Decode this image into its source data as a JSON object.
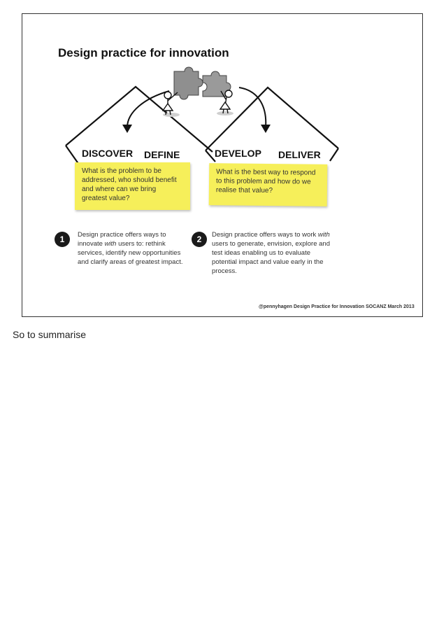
{
  "slide": {
    "title": "Design practice for innovation",
    "stages": [
      "DISCOVER",
      "DEFINE",
      "DEVELOP",
      "DELIVER"
    ],
    "sticky_left": "What is the problem to be addressed, who should benefit and where can we bring greatest value?",
    "sticky_right": "What is the best way to respond to this problem and how do we realise that value?",
    "note1": {
      "number": "1",
      "before": "Design practice offers ways to innovate ",
      "emphasis": "with",
      "after": " users to: rethink services, identify new opportunities and clarify areas of greatest impact."
    },
    "note2": {
      "number": "2",
      "before": "Design practice offers ways to work ",
      "emphasis": "with",
      "after": " users to generate, envision, explore and test ideas enabling us to evaluate potential impact and value early in the process."
    },
    "credit": "@pennyhagen Design Practice for Innovation SOCANZ March 2013"
  },
  "caption": "So to summarise",
  "colors": {
    "sticky": "#f6ef5a",
    "badge": "#1a1a1a",
    "line": "#111111"
  },
  "icons": [
    "puzzle-piece-icon",
    "person-figure-icon",
    "curved-arrow-icon"
  ]
}
